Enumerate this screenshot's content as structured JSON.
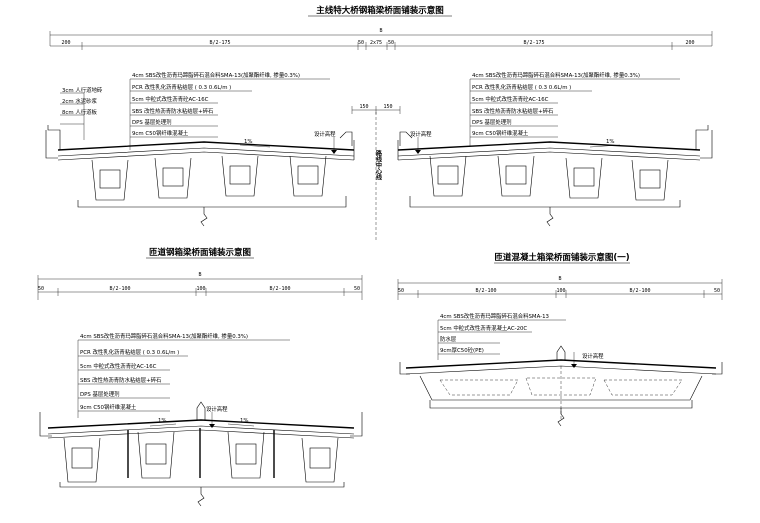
{
  "titles": {
    "main": "主线特大桥钢箱梁桥面铺装示意图",
    "ramp_steel": "匝道钢箱梁桥面铺装示意图",
    "ramp_concrete": "匝道混凝土箱梁桥面铺装示意图(一)"
  },
  "dims": {
    "main_total": "B",
    "main_left": [
      "200",
      "B/2-175",
      "50"
    ],
    "main_mid": "2x75",
    "main_right": [
      "50",
      "B/2-175",
      "200"
    ],
    "main_150a": "150",
    "main_150b": "150",
    "ramp_total": "B",
    "ramp_left": [
      "50",
      "B/2-100",
      "100"
    ],
    "ramp_right": [
      "B/2-100",
      "50"
    ],
    "conc_total": "B",
    "conc_left": [
      "50",
      "B/2-100",
      "100"
    ],
    "conc_right": [
      "B/2-100",
      "50"
    ]
  },
  "sidewalk_layers": [
    "3cm 人行道地砖",
    "2cm 水泥砂浆",
    "8cm 人行道板"
  ],
  "steel_layers": [
    "4cm SBS改性沥青玛蹄脂碎石混合料SMA-13(加聚酯纤维, 掺量0.3%)",
    "PCR 改性乳化沥青粘结层 ( 0.3 0.6L/m )",
    "5cm 中粒式改性沥青砼AC-16C",
    "SBS 改性热沥青防水粘结层+碎石",
    "DPS 基层处理剂",
    "9cm C50钢纤维混凝土"
  ],
  "concrete_layers": [
    "4cm SBS改性沥青玛蹄脂碎石混合料SMA-13",
    "5cm 中粒式改性沥青混凝土AC-20C",
    "防水层",
    "9cm厚C50砼(PE)"
  ],
  "labels": {
    "design_elev": "设计高程",
    "slope": "1%",
    "centerline_vertical": "路线中心线"
  }
}
